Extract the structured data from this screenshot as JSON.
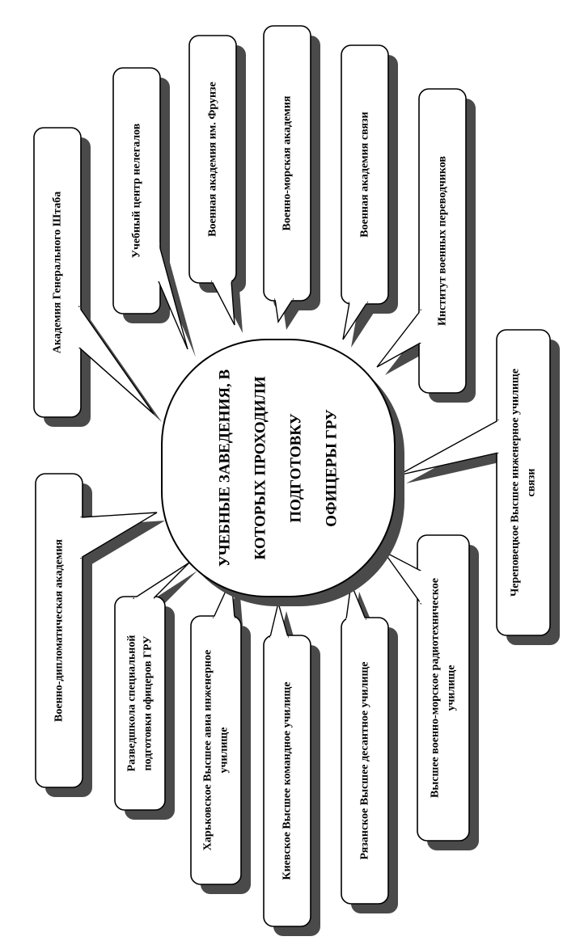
{
  "center": {
    "lines": [
      "УЧЕБНЫЕ ЗАВЕДЕНИЯ, В",
      "КОТОРЫХ ПРОХОДИЛИ",
      "ПОДГОТОВКУ",
      "ОФИЦЕРЫ ГРУ"
    ]
  },
  "institutions": [
    {
      "id": "genshtab",
      "lines": [
        "Академия Генерального Штаба"
      ]
    },
    {
      "id": "nelegaly",
      "lines": [
        "Учебный центр нелегалов"
      ]
    },
    {
      "id": "frunze",
      "lines": [
        "Военная академия им. Фрунзе"
      ]
    },
    {
      "id": "morskaya",
      "lines": [
        "Военно-морская академия"
      ]
    },
    {
      "id": "svyaz",
      "lines": [
        "Военная академия связи"
      ]
    },
    {
      "id": "perevodchiki",
      "lines": [
        "Институт военных переводчиков"
      ]
    },
    {
      "id": "cherepovets",
      "lines": [
        "Череповецкое Высшее инженерное училище",
        "связи"
      ]
    },
    {
      "id": "diplomat",
      "lines": [
        "Военно-дипломатическая академия"
      ]
    },
    {
      "id": "razvedshkola",
      "lines": [
        "Разведшкола специальной",
        "подготовки офицеров ГРУ"
      ]
    },
    {
      "id": "kharkov",
      "lines": [
        "Харьковское Высшее авиа инженерное",
        "училище"
      ]
    },
    {
      "id": "kiev",
      "lines": [
        "Киевское Высшее командное училище"
      ]
    },
    {
      "id": "ryazan",
      "lines": [
        "Рязанское Высшее десантное училище"
      ]
    },
    {
      "id": "radiotech",
      "lines": [
        "Высшее военно-морское радиотехническое",
        "училище"
      ]
    }
  ]
}
